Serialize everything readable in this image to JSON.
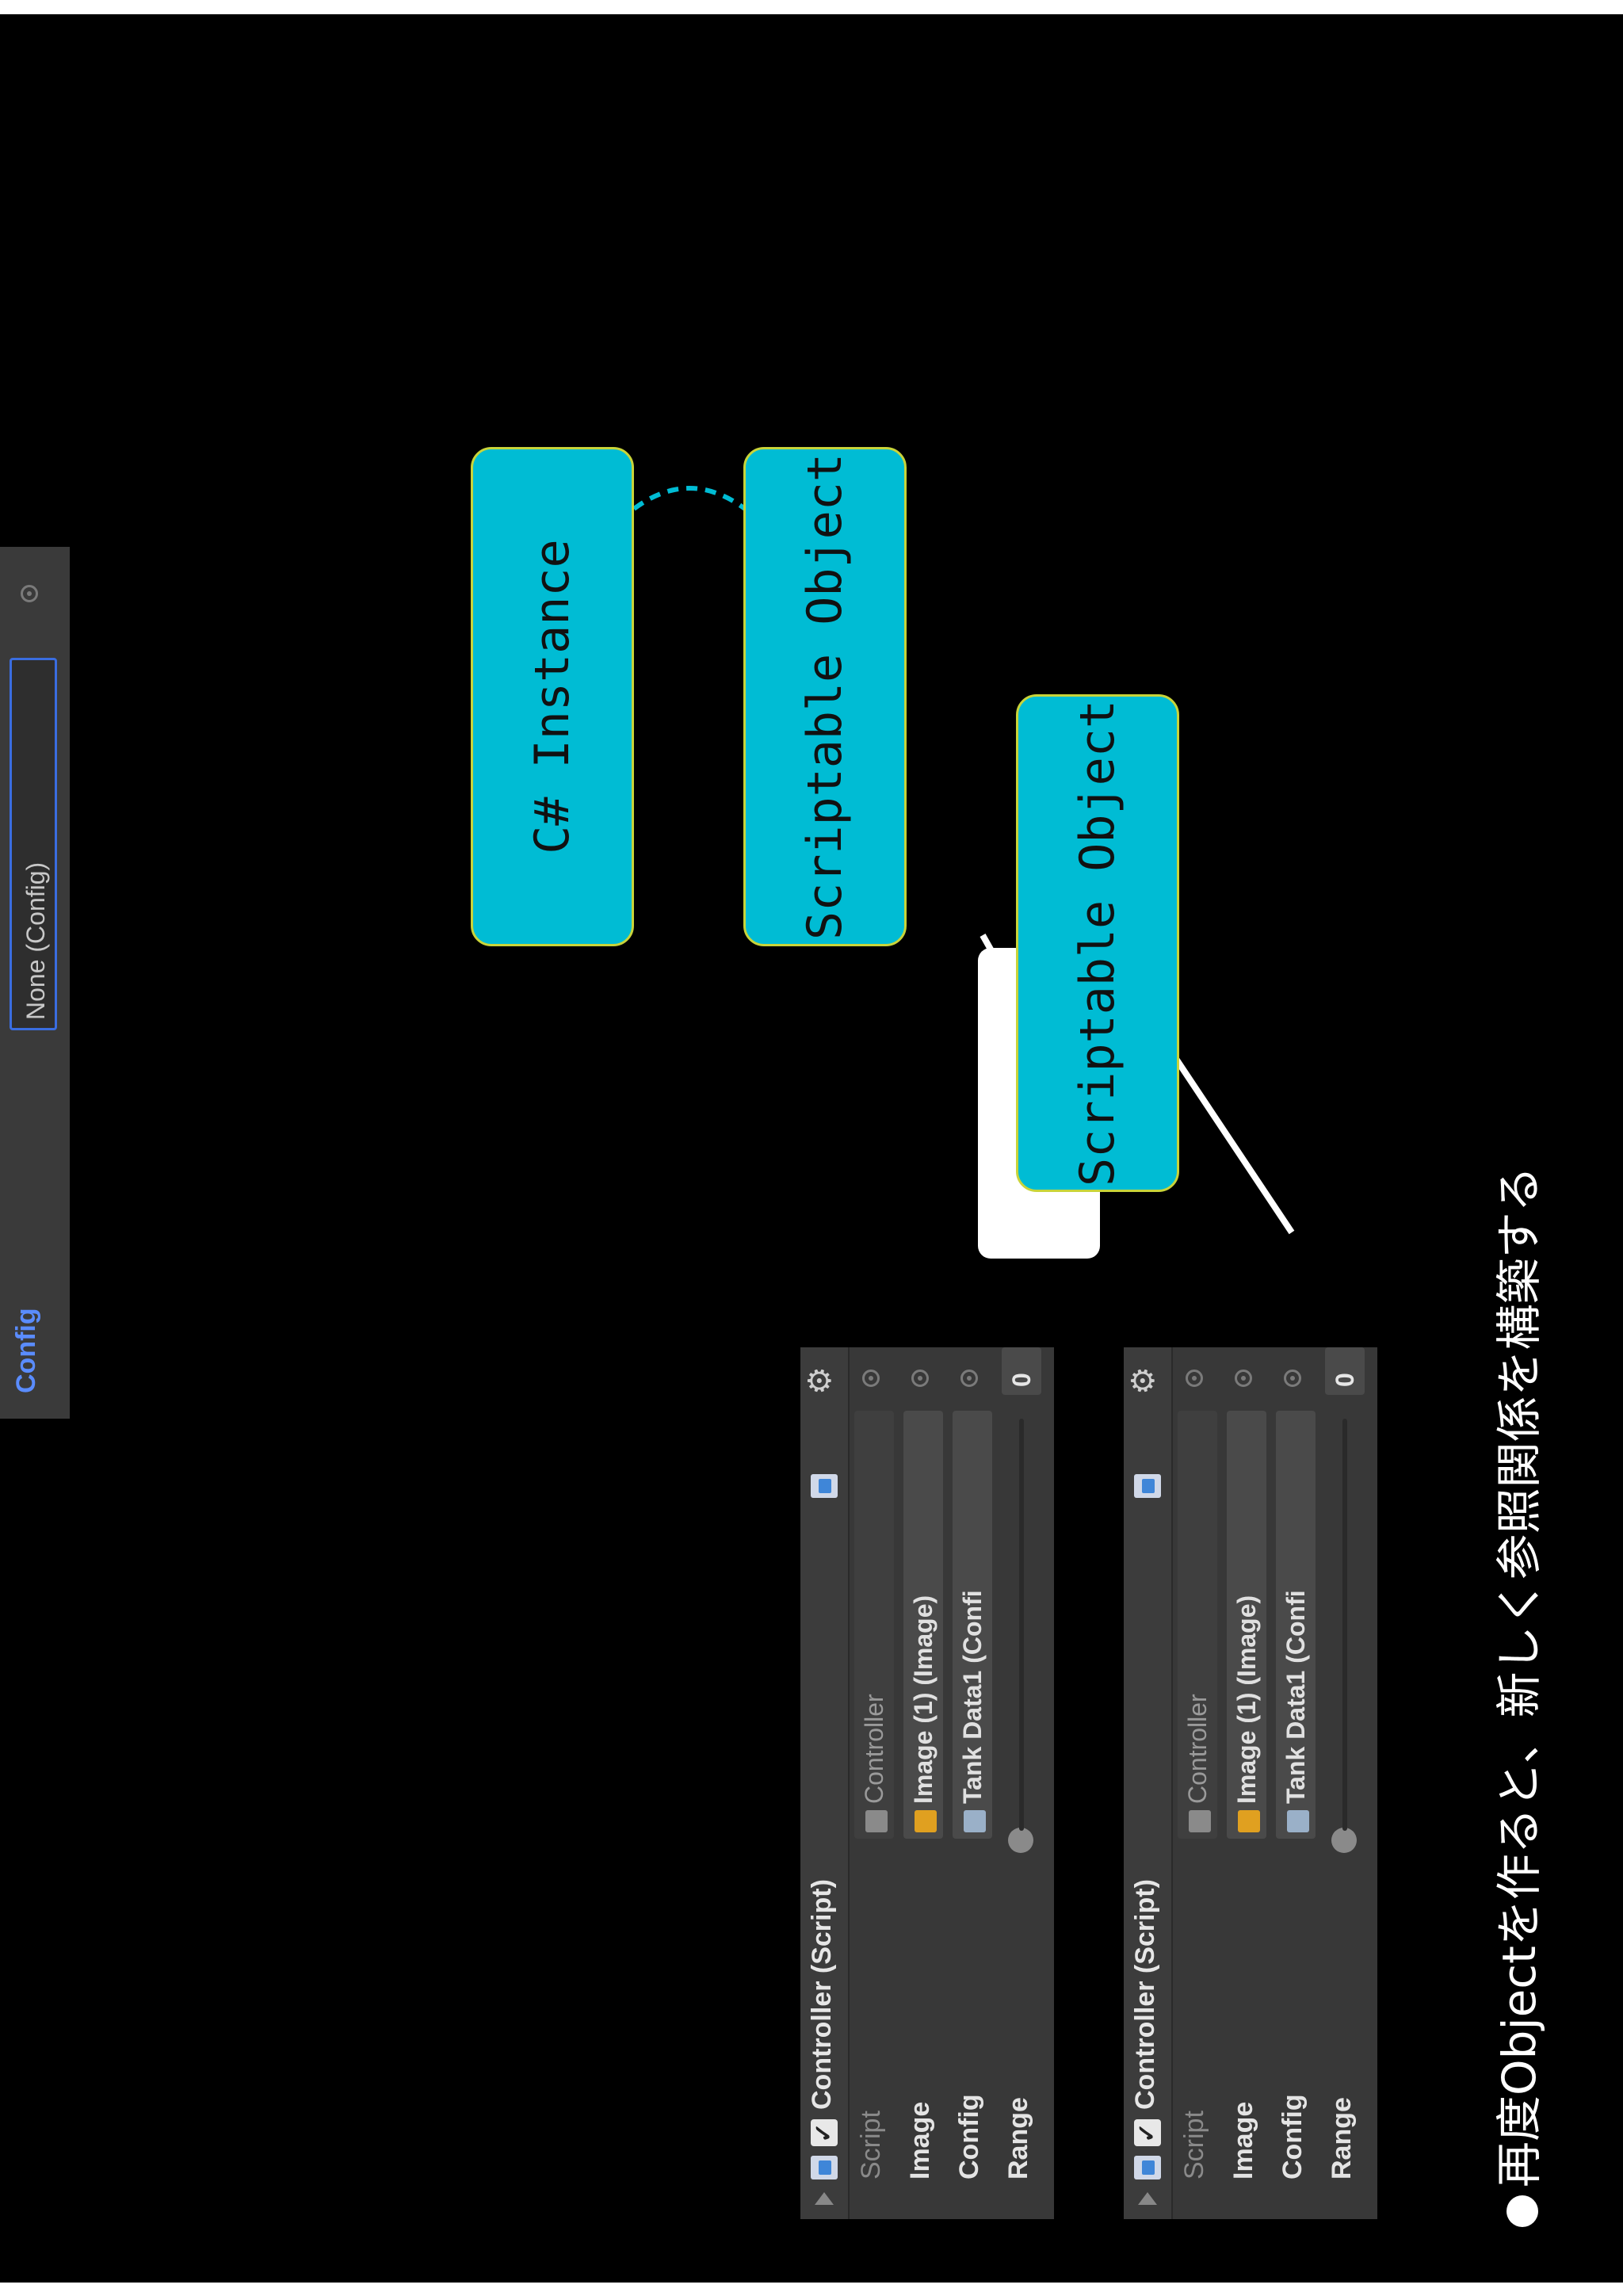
{
  "diagram": {
    "box_csharp": "C# Instance",
    "box_so_top": "Scriptable Object",
    "box_so_bottom": "Scriptable Object"
  },
  "top_inspector": {
    "config_label": "Config",
    "config_value": "None (Config)"
  },
  "inspector_1": {
    "component_title": "Controller (Script)",
    "rows": [
      {
        "label": "Script",
        "value": "Controller"
      },
      {
        "label": "Image",
        "value": "Image (1) (Image)"
      },
      {
        "label": "Config",
        "value": "Tank Data1 (Confi"
      },
      {
        "label": "Range",
        "value": "0"
      }
    ]
  },
  "inspector_2": {
    "component_title": "Controller (Script)",
    "rows": [
      {
        "label": "Script",
        "value": "Controller"
      },
      {
        "label": "Image",
        "value": "Image (1) (Image)"
      },
      {
        "label": "Config",
        "value": "Tank Data1 (Confi"
      },
      {
        "label": "Range",
        "value": "0"
      }
    ]
  },
  "caption": "再度Objectを作ると、新しく参照関係を構築する",
  "colors": {
    "box_fill": "#00bcd4",
    "box_border": "#c8d43a",
    "inspector_bg": "#383838",
    "background": "#000000"
  }
}
